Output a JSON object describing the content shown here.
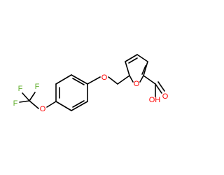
{
  "atoms": {
    "oxygen_ether_right": "O",
    "oxygen_furan": "O",
    "oxygen_ether_left": "O",
    "carbonyl_oxygen": "O",
    "hydroxyl": "OH",
    "fluorine_top_left": "F",
    "fluorine_top_right": "F",
    "fluorine_left": "F"
  },
  "colors": {
    "oxygen": "#ff0000",
    "fluorine": "#66b032",
    "bond": "#000000",
    "background": "#ffffff"
  }
}
